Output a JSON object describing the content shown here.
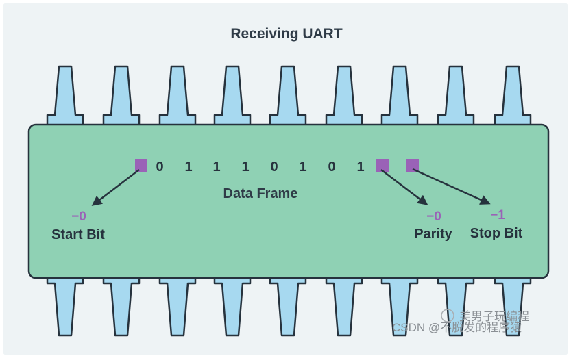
{
  "title": "Receiving UART",
  "frame_label": "Data Frame",
  "bits": [
    "0",
    "1",
    "1",
    "1",
    "0",
    "1",
    "0",
    "1"
  ],
  "start_bit": {
    "label": "Start Bit",
    "value": "−0"
  },
  "parity": {
    "label": "Parity",
    "value": "−0"
  },
  "stop_bit": {
    "label": "Stop Bit",
    "value": "−1"
  },
  "watermark": {
    "line1": "美男子玩编程",
    "line2": "CSDN @不脱发的程序猿"
  },
  "colors": {
    "chip_body": "#8fd1b4",
    "pin_fill": "#a7d9f0",
    "outline": "#26323d",
    "marker": "#9a62b7"
  }
}
